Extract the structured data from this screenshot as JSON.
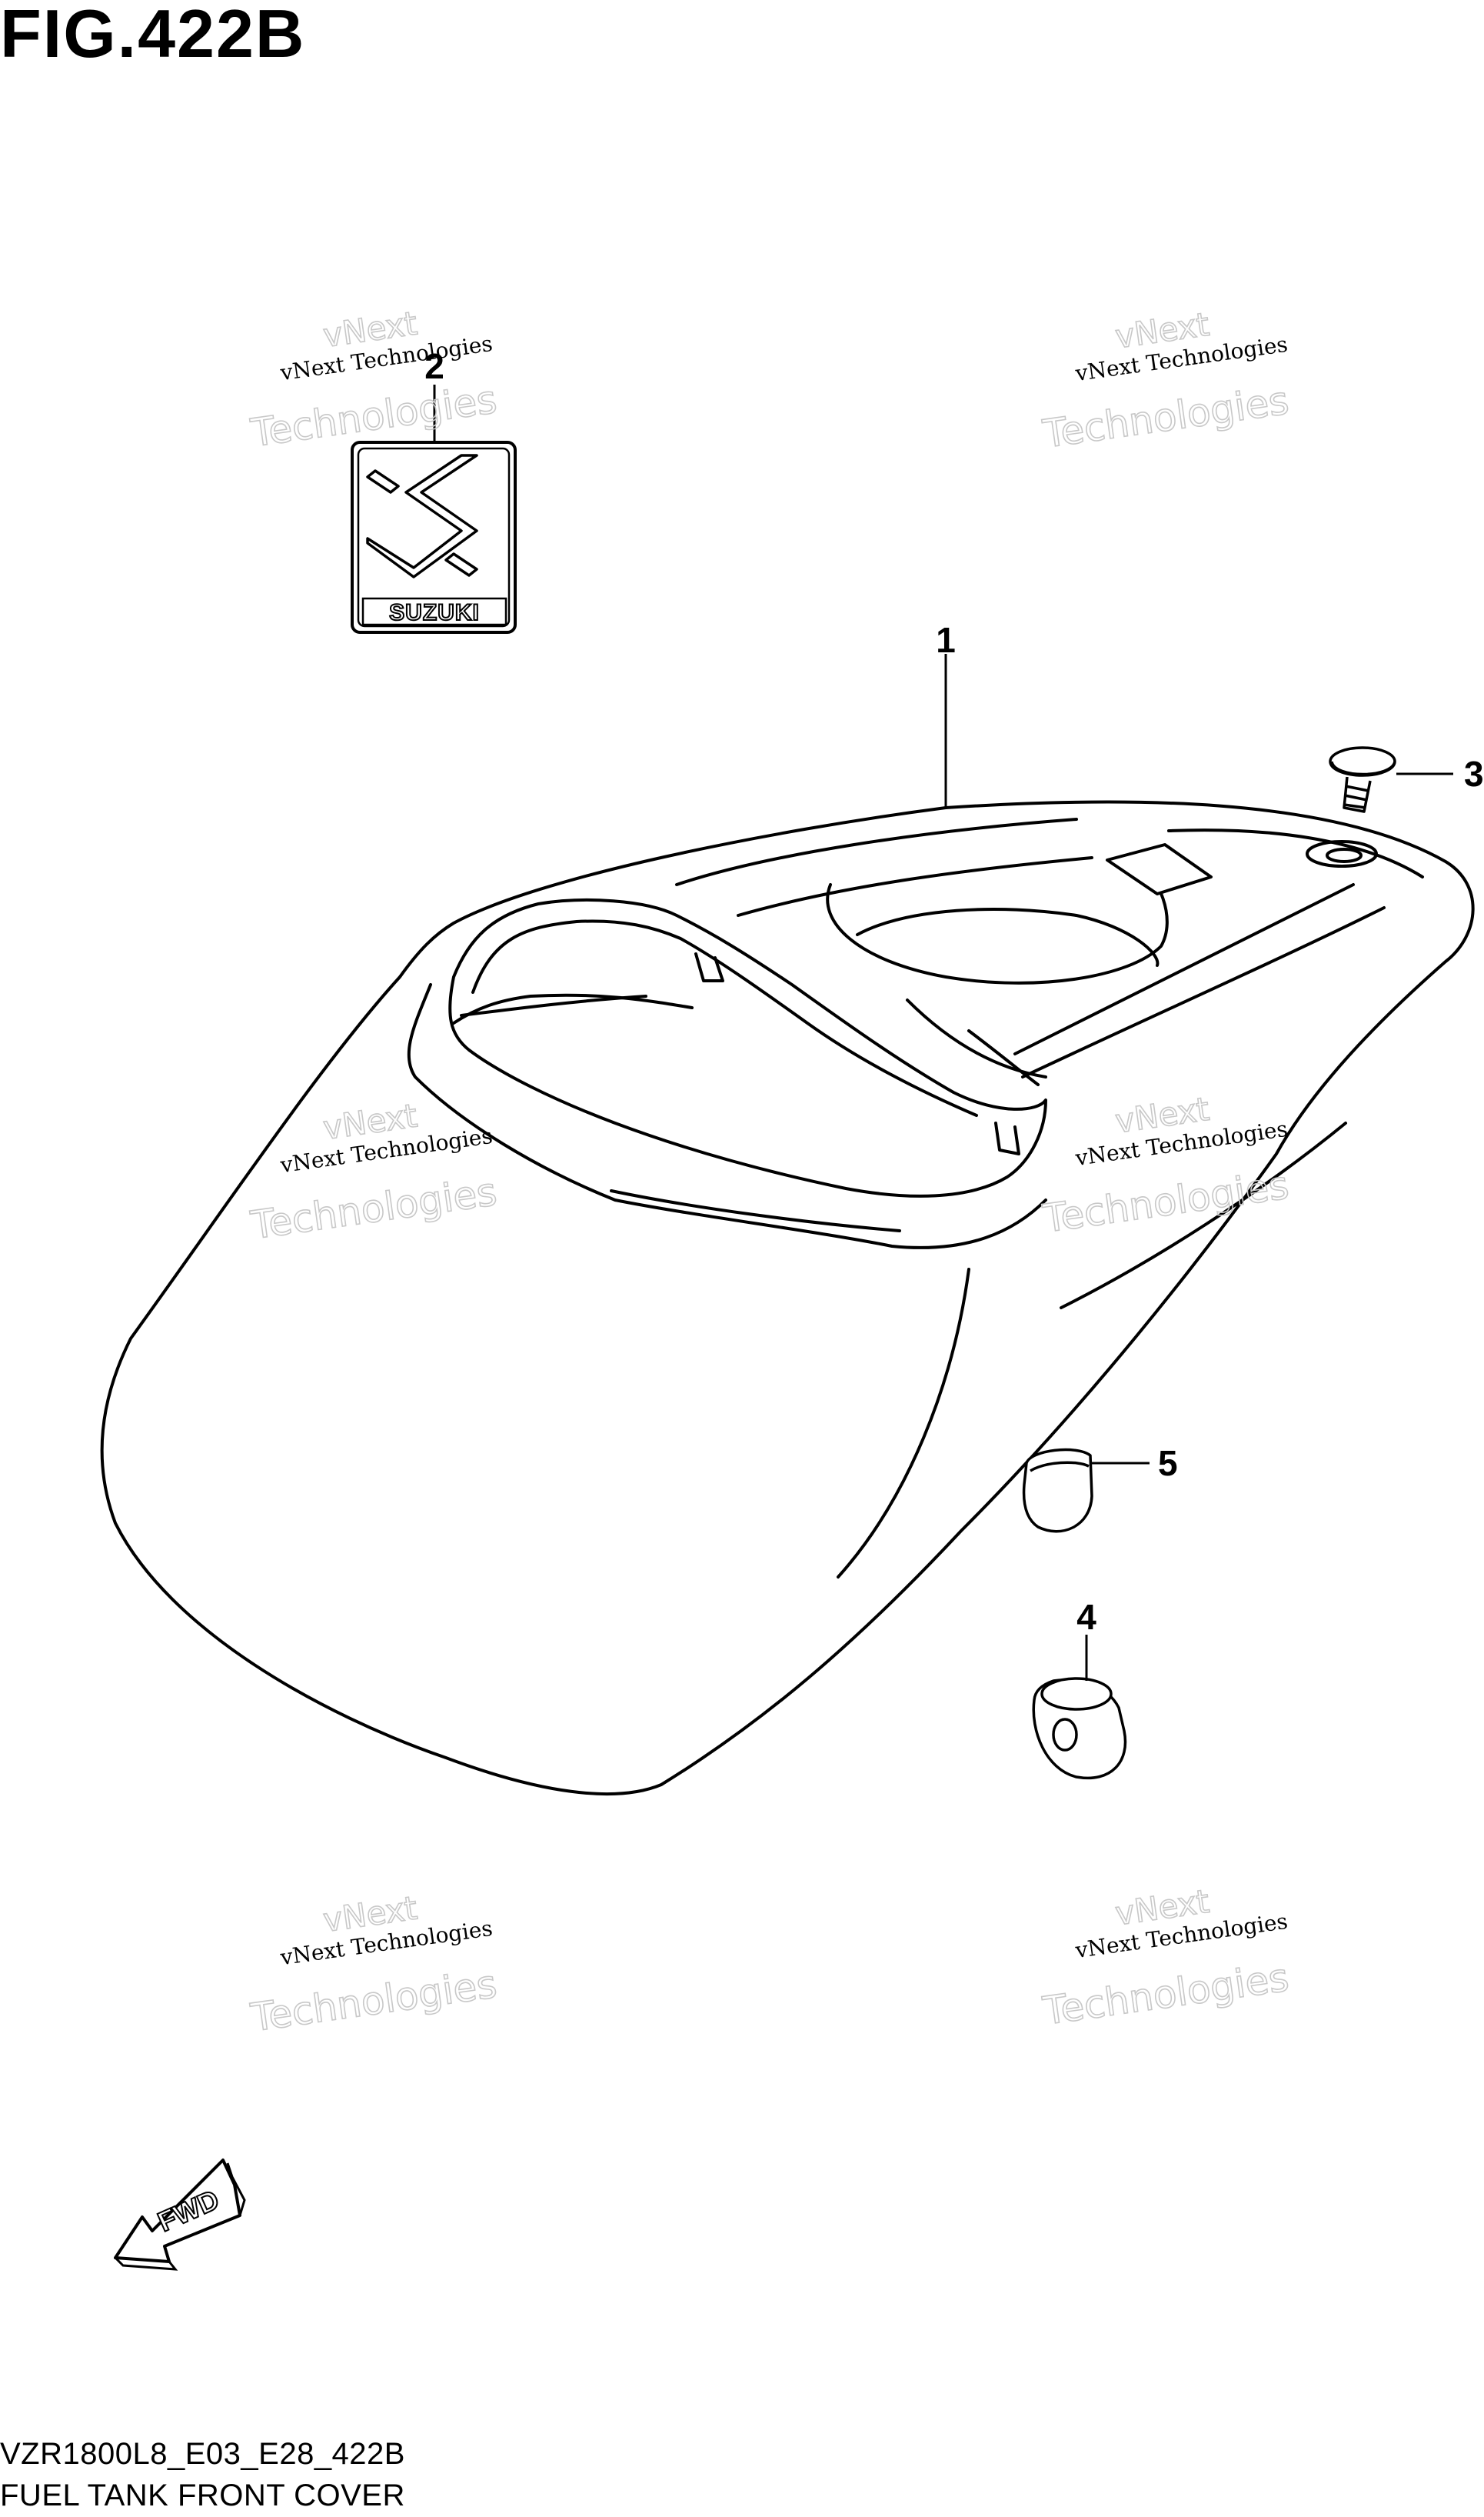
{
  "figure": {
    "title": "FIG.422B",
    "code": "VZR1800L8_E03_E28_422B",
    "name": "FUEL TANK FRONT COVER"
  },
  "callouts": {
    "c1": "1",
    "c2": "2",
    "c3": "3",
    "c4": "4",
    "c5": "5"
  },
  "emblem": {
    "brand": "SUZUKI"
  },
  "direction": {
    "label": "FWD"
  },
  "watermark": {
    "line1": "vNext Technologies",
    "line2": "vNext",
    "line3": "Technologies"
  },
  "colors": {
    "ink": "#000000",
    "watermark_outline": "#c8c8c8",
    "background": "#ffffff"
  }
}
